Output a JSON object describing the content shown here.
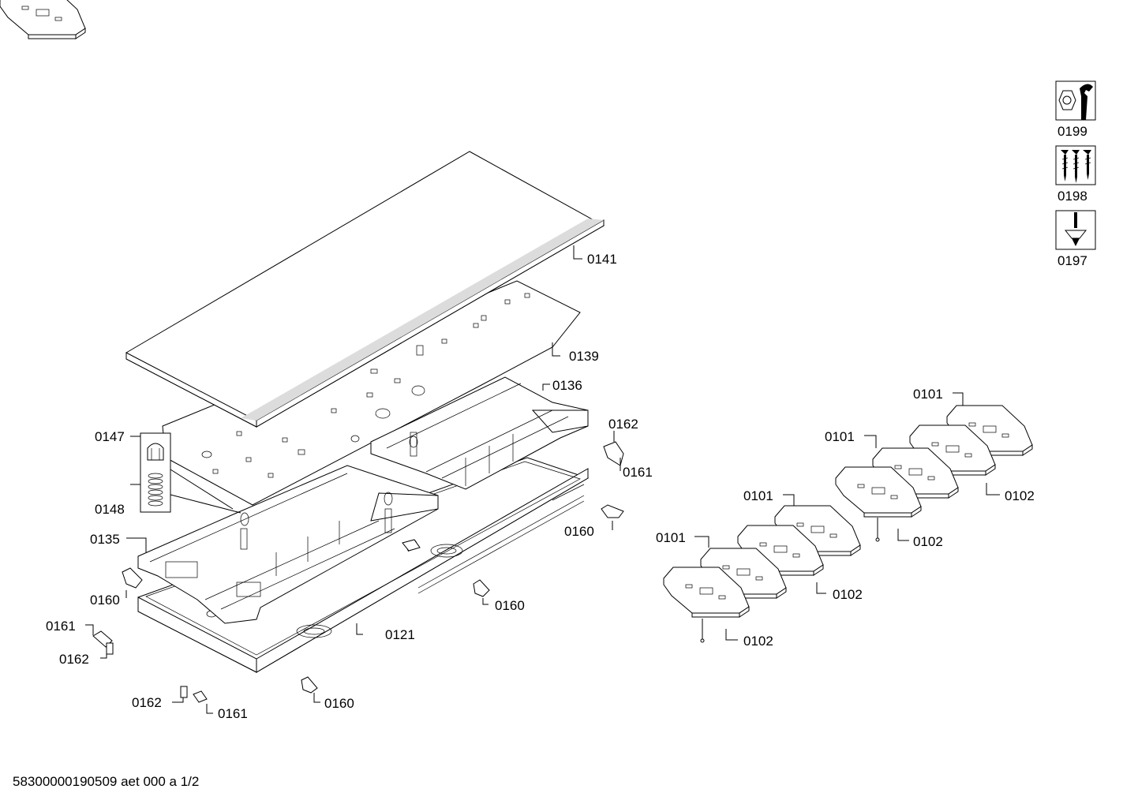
{
  "labels": {
    "l0141": "0141",
    "l0139": "0139",
    "l0136": "0136",
    "l0162a": "0162",
    "l0161a": "0161",
    "l0147": "0147",
    "l0148": "0148",
    "l0135": "0135",
    "l0160a": "0160",
    "l0160b": "0160",
    "l0160c": "0160",
    "l0160d": "0160",
    "l0161b": "0161",
    "l0162b": "0162",
    "l0121": "0121",
    "l0162c": "0162",
    "l0161c": "0161",
    "l0101a": "0101",
    "l0101b": "0101",
    "l0101c": "0101",
    "l0101d": "0101",
    "l0102a": "0102",
    "l0102b": "0102",
    "l0102c": "0102",
    "l0102d": "0102",
    "l0199": "0199",
    "l0198": "0198",
    "l0197": "0197"
  },
  "icons": [
    "hex-nut-wrench-icon",
    "screws-icon",
    "screwdriver-icon"
  ],
  "footer": "58300000190509 aet 000 a 1/2"
}
